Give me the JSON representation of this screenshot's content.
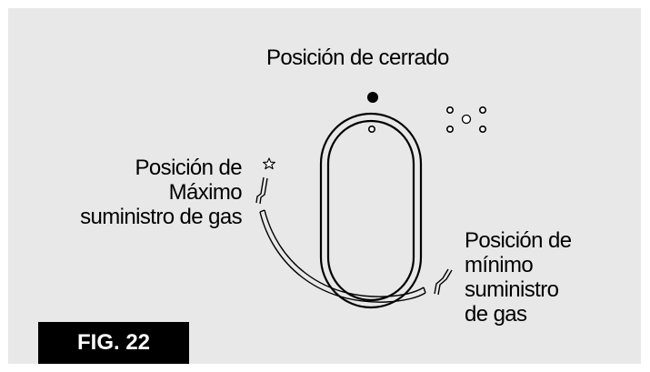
{
  "labels": {
    "closed_position": "Posición de cerrado",
    "max_position": [
      "Posición de",
      "Máximo",
      "suministro de gas"
    ],
    "min_position": [
      "Posición de",
      "mínimo",
      "suministro",
      "de gas"
    ]
  },
  "figure": {
    "caption": "FIG. 22"
  },
  "colors": {
    "panel_background": "#e8e8e8",
    "ink": "#000000",
    "badge_background": "#000000",
    "badge_text": "#ffffff"
  },
  "icons": {
    "closed_marker": "filled-dot-icon",
    "max_marker": "star-icon",
    "burner_indicator": "burner-dots-icon"
  }
}
